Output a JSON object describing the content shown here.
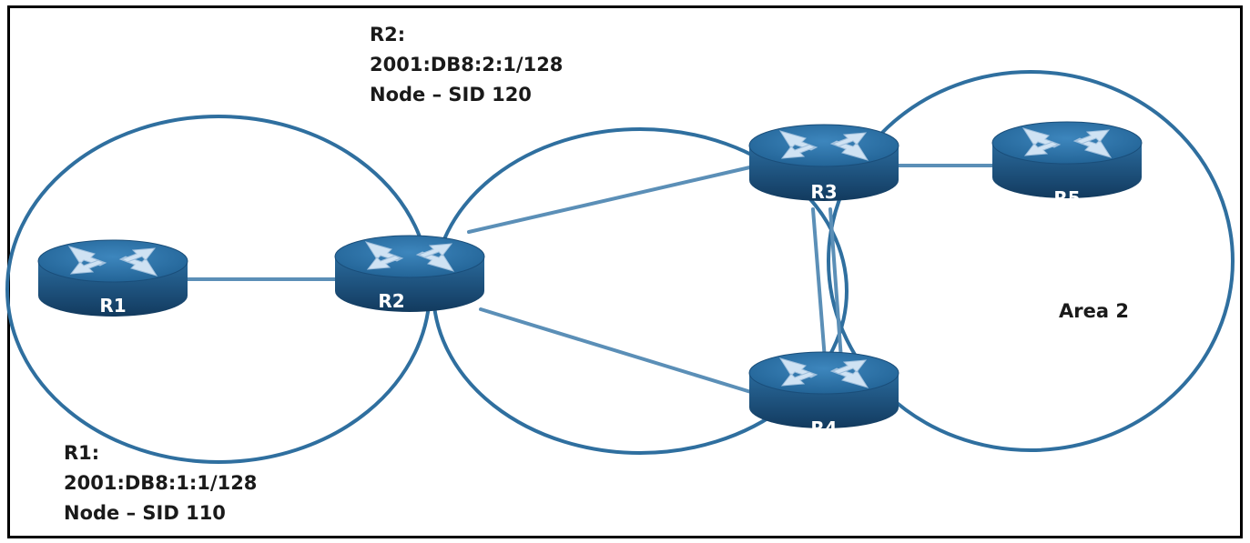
{
  "routers": [
    {
      "id": "r1",
      "label": "R1"
    },
    {
      "id": "r2",
      "label": "R2"
    },
    {
      "id": "r3",
      "label": "R3"
    },
    {
      "id": "r4",
      "label": "R4"
    },
    {
      "id": "r5",
      "label": "R5"
    }
  ],
  "notes": {
    "r2": {
      "name": "R2:",
      "address": "2001:DB8:2:1/128",
      "sid": "Node – SID 120"
    },
    "r1": {
      "name": "R1:",
      "address": "2001:DB8:1:1/128",
      "sid": "Node – SID 110"
    }
  },
  "areas": {
    "area2": "Area 2"
  },
  "links": [
    [
      "R1",
      "R2"
    ],
    [
      "R2",
      "R3"
    ],
    [
      "R2",
      "R4"
    ],
    [
      "R3",
      "R4"
    ],
    [
      "R3",
      "R5"
    ]
  ],
  "colors": {
    "circle": "#2f6f9f",
    "link": "#5b8fb7",
    "router_top": "#2a6a9c",
    "router_side": "#1d4f7c",
    "arrow": "#c7dcee"
  }
}
